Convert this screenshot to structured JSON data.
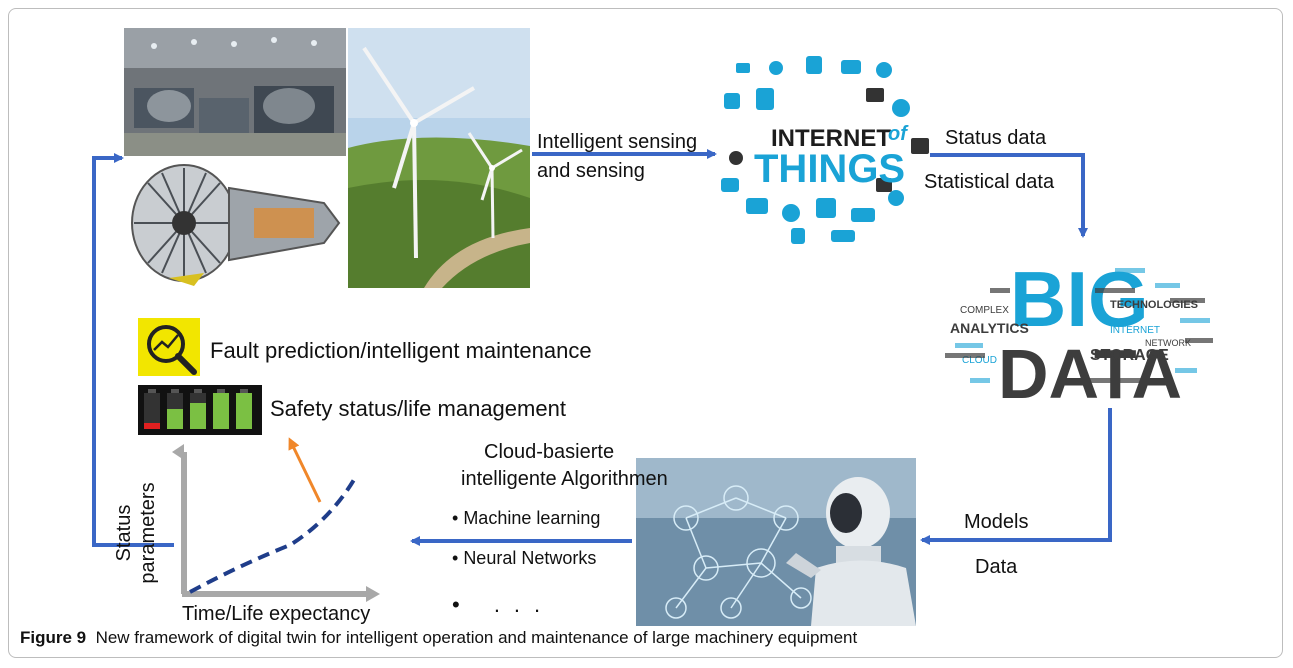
{
  "labels": {
    "sensing_line1": "Intelligent sensing",
    "sensing_line2": "and sensing",
    "status_data": "Status data",
    "statistical_data": "Statistical data",
    "models": "Models",
    "data": "Data",
    "cloud_line1": "Cloud-basierte",
    "cloud_line2": "intelligente Algorithmen",
    "bullet_ml": "Machine learning",
    "bullet_nn": "Neural Networks",
    "bullet_more": "• ...",
    "fault": "Fault prediction/intelligent maintenance",
    "safety": "Safety status/life management",
    "y_axis_line1": "Status",
    "y_axis_line2": "parameters",
    "x_axis": "Time/Life expectancy"
  },
  "iot": {
    "word1": "INTERNET",
    "word_of": "of",
    "word2": "THINGS"
  },
  "bigdata": {
    "word1": "BIG",
    "word2": "DATA",
    "words": [
      "ANALYTICS",
      "STORAGE",
      "TECHNOLOGIES",
      "COMPLEX",
      "INTERNET",
      "NETWORK",
      "CLOUD"
    ]
  },
  "caption": {
    "figure_label": "Figure 9",
    "text": "New framework of digital twin for intelligent operation and maintenance of large machinery equipment"
  },
  "colors": {
    "arrow_blue": "#3a67c6",
    "curve_blue": "#1f3d8a",
    "orange_arrow": "#f0872a",
    "icon_yellow": "#f2e600",
    "battery_green": "#7bc043",
    "battery_red": "#e02020",
    "iot_blue": "#1aa3d6",
    "bigdata_gray": "#3d3d3d"
  }
}
